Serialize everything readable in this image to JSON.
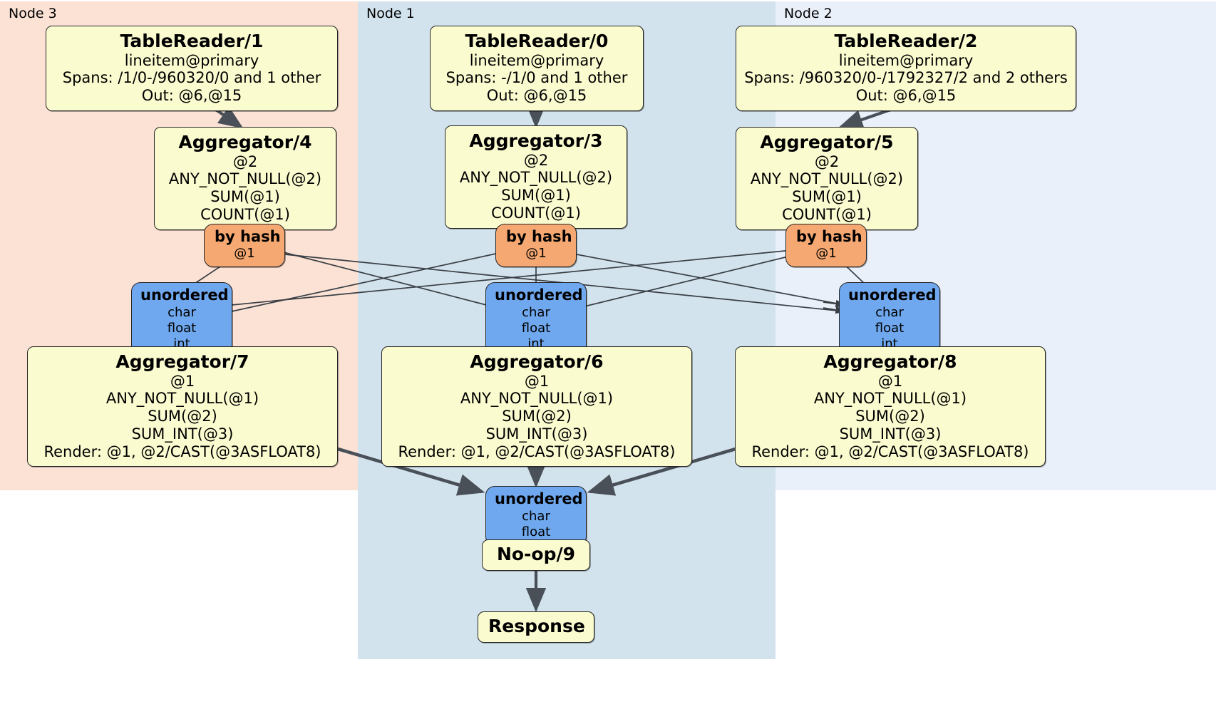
{
  "diagram": {
    "title": "Distributed query execution plan",
    "colors": {
      "node3_panel": "#fbe2d5",
      "node1_panel": "#d3e3ed",
      "node2_panel": "#eaf0fa",
      "processor_box": "#fbfbd0",
      "router_box": "#f5a871",
      "sync_box": "#6fa8ee",
      "edge_stroke": "#4a5058",
      "thin_edge_stroke": "#3a3f45",
      "border": "#262626"
    }
  },
  "panels": [
    {
      "id": "node3",
      "label": "Node 3"
    },
    {
      "id": "node1",
      "label": "Node 1"
    },
    {
      "id": "node2",
      "label": "Node 2"
    }
  ],
  "processors": {
    "tablereader_1": {
      "title": "TableReader/1",
      "lines": [
        "lineitem@primary",
        "Spans: /1/0-/960320/0 and 1 other",
        "Out: @6,@15"
      ]
    },
    "tablereader_0": {
      "title": "TableReader/0",
      "lines": [
        "lineitem@primary",
        "Spans: -/1/0 and 1 other",
        "Out: @6,@15"
      ]
    },
    "tablereader_2": {
      "title": "TableReader/2",
      "lines": [
        "lineitem@primary",
        "Spans: /960320/0-/1792327/2 and 2 others",
        "Out: @6,@15"
      ]
    },
    "aggregator_4": {
      "title": "Aggregator/4",
      "lines": [
        "@2",
        "ANY_NOT_NULL(@2)",
        "SUM(@1)",
        "COUNT(@1)"
      ]
    },
    "aggregator_3": {
      "title": "Aggregator/3",
      "lines": [
        "@2",
        "ANY_NOT_NULL(@2)",
        "SUM(@1)",
        "COUNT(@1)"
      ]
    },
    "aggregator_5": {
      "title": "Aggregator/5",
      "lines": [
        "@2",
        "ANY_NOT_NULL(@2)",
        "SUM(@1)",
        "COUNT(@1)"
      ]
    },
    "aggregator_7": {
      "title": "Aggregator/7",
      "lines": [
        "@1",
        "ANY_NOT_NULL(@1)",
        "SUM(@2)",
        "SUM_INT(@3)",
        "Render: @1, @2/CAST(@3ASFLOAT8)"
      ]
    },
    "aggregator_6": {
      "title": "Aggregator/6",
      "lines": [
        "@1",
        "ANY_NOT_NULL(@1)",
        "SUM(@2)",
        "SUM_INT(@3)",
        "Render: @1, @2/CAST(@3ASFLOAT8)"
      ]
    },
    "aggregator_8": {
      "title": "Aggregator/8",
      "lines": [
        "@1",
        "ANY_NOT_NULL(@1)",
        "SUM(@2)",
        "SUM_INT(@3)",
        "Render: @1, @2/CAST(@3ASFLOAT8)"
      ]
    },
    "noop_9": {
      "title": "No-op/9",
      "lines": []
    },
    "response": {
      "title": "Response",
      "lines": []
    }
  },
  "routers": {
    "byhash_left": {
      "title": "by hash",
      "lines": [
        "@1"
      ]
    },
    "byhash_center": {
      "title": "by hash",
      "lines": [
        "@1"
      ]
    },
    "byhash_right": {
      "title": "by hash",
      "lines": [
        "@1"
      ]
    }
  },
  "synchronizers": {
    "unordered_left": {
      "title": "unordered",
      "lines": [
        "char",
        "float",
        "int"
      ]
    },
    "unordered_center": {
      "title": "unordered",
      "lines": [
        "char",
        "float",
        "int"
      ]
    },
    "unordered_right": {
      "title": "unordered",
      "lines": [
        "char",
        "float",
        "int"
      ]
    },
    "unordered_final": {
      "title": "unordered",
      "lines": [
        "char",
        "float"
      ]
    }
  }
}
